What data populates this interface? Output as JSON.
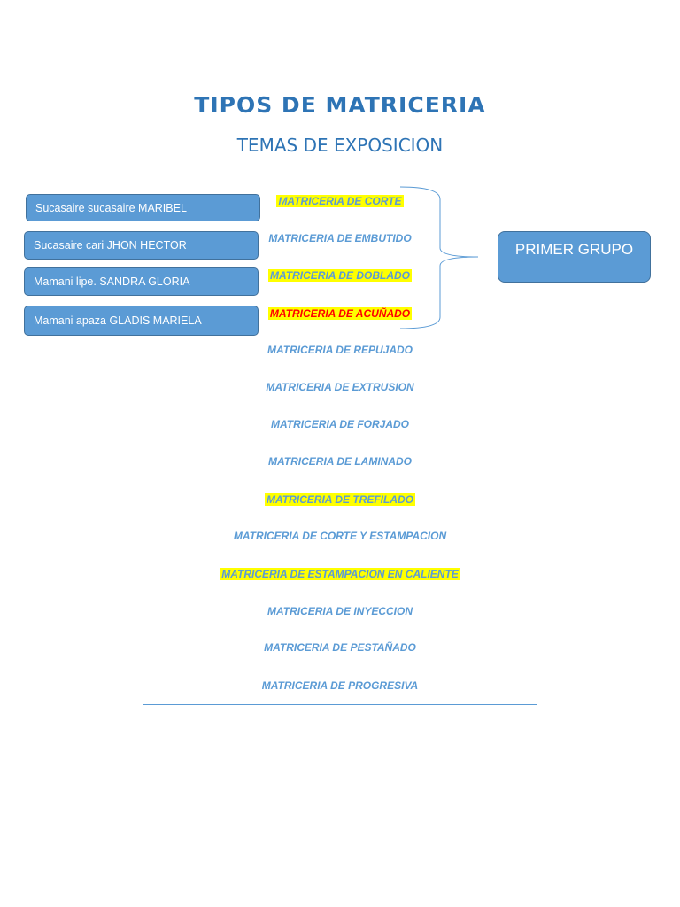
{
  "title": "TIPOS DE MATRICERIA",
  "subtitle": "TEMAS DE EXPOSICION",
  "members": [
    "Sucasaire sucasaire MARIBEL",
    "Sucasaire cari JHON HECTOR",
    "Mamani lipe.  SANDRA GLORIA",
    "Mamani apaza GLADIS MARIELA"
  ],
  "group_label": "PRIMER GRUPO",
  "topics": [
    {
      "text": "MATRICERIA DE CORTE",
      "highlight": "yellow"
    },
    {
      "text": "MATRICERIA DE EMBUTIDO",
      "highlight": "none"
    },
    {
      "text": "MATRICERIA DE DOBLADO",
      "highlight": "yellow"
    },
    {
      "text": "MATRICERIA DE ACUÑADO",
      "highlight": "yellow-red"
    },
    {
      "text": "MATRICERIA DE REPUJADO",
      "highlight": "none"
    },
    {
      "text": "MATRICERIA DE EXTRUSION",
      "highlight": "none"
    },
    {
      "text": "MATRICERIA DE FORJADO",
      "highlight": "none"
    },
    {
      "text": "MATRICERIA DE LAMINADO",
      "highlight": "none"
    },
    {
      "text": "MATRICERIA DE TREFILADO",
      "highlight": "yellow"
    },
    {
      "text": "MATRICERIA DE CORTE Y ESTAMPACION",
      "highlight": "none"
    },
    {
      "text": "MATRICERIA DE ESTAMPACION EN CALIENTE",
      "highlight": "yellow"
    },
    {
      "text": "MATRICERIA DE INYECCION",
      "highlight": "none"
    },
    {
      "text": "MATRICERIA DE PESTAÑADO",
      "highlight": "none"
    },
    {
      "text": "MATRICERIA DE PROGRESIVA",
      "highlight": "none"
    }
  ],
  "colors": {
    "accent": "#2e74b5",
    "box": "#5b9bd5",
    "highlight": "#ffff00",
    "red": "#ff0000"
  }
}
